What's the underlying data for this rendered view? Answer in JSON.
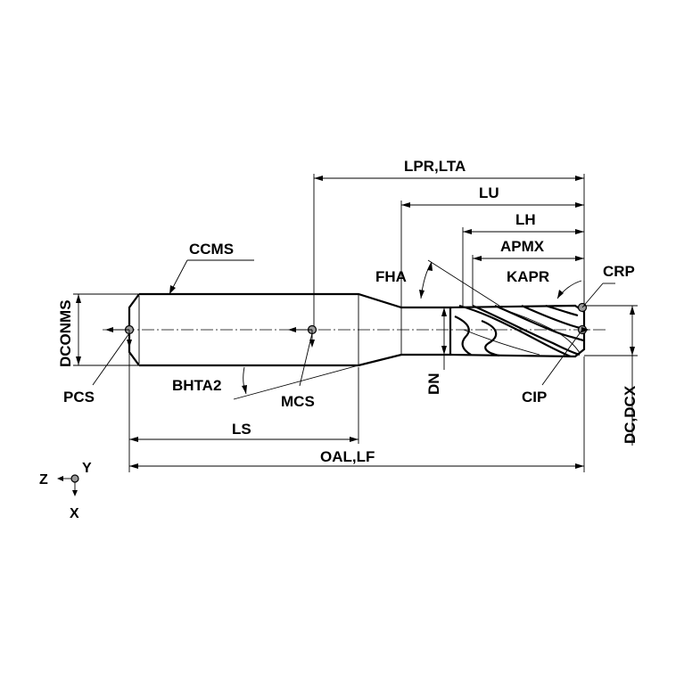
{
  "labels": {
    "lpr_lta": "LPR,LTA",
    "lu": "LU",
    "lh": "LH",
    "apmx": "APMX",
    "kapr": "KAPR",
    "crp": "CRP",
    "fha": "FHA",
    "ccms": "CCMS",
    "dconms": "DCONMS",
    "pcs": "PCS",
    "bhta2": "BHTA2",
    "mcs": "MCS",
    "dn": "DN",
    "cip": "CIP",
    "dc_dcx": "DC,DCX",
    "ls": "LS",
    "oal_lf": "OAL,LF"
  },
  "axes": {
    "z": "Z",
    "y": "Y",
    "x": "X"
  },
  "colors": {
    "line": "#000000",
    "background": "#ffffff",
    "marker_fill": "#9a9a9a"
  }
}
